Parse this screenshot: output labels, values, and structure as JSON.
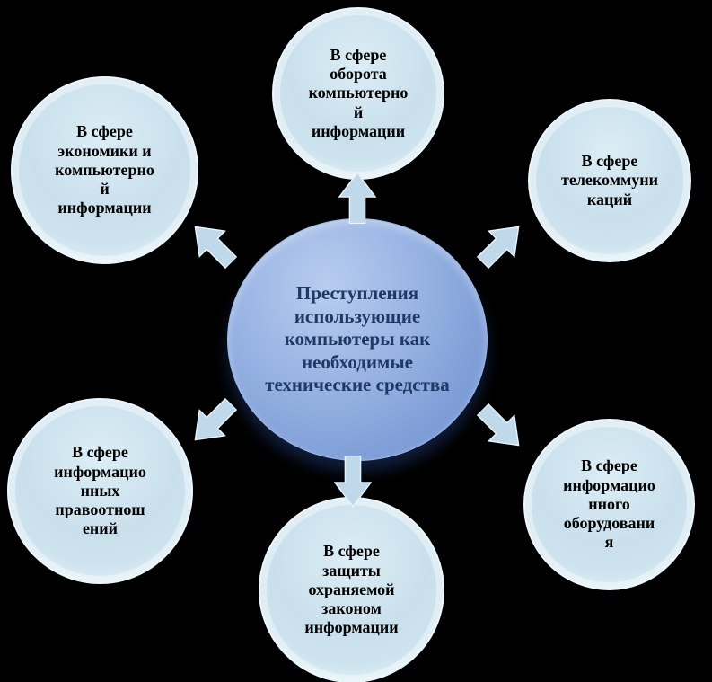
{
  "diagram": {
    "background": "#000000",
    "center": {
      "label": "Преступления использующие компьютеры как необходимые технические средства",
      "fill_top": "#b9ccef",
      "fill_bottom": "#6f90cd",
      "text_color": "#1f3864"
    },
    "nodes": [
      {
        "id": "top",
        "label": "В сфере оборота компьютерной информации"
      },
      {
        "id": "top-right",
        "label": "В сфере телекоммуникаций"
      },
      {
        "id": "bottom-right",
        "label": "В сфере информационного оборудования"
      },
      {
        "id": "bottom",
        "label": "В сфере защиты охраняемой законом информации"
      },
      {
        "id": "bottom-left",
        "label": "В сфере информационных правоотношений"
      },
      {
        "id": "top-left",
        "label": "В сфере экономики и компьютерной информации"
      }
    ],
    "node_style": {
      "fill": "#cde3ee",
      "rim": "#edf6fb",
      "text_color": "#000000"
    },
    "arrows": {
      "fill": "#bfd8ea",
      "outline": "#e8f3fa",
      "directions": [
        "up",
        "upper-left",
        "upper-right",
        "lower-left",
        "lower-right",
        "down"
      ]
    }
  }
}
